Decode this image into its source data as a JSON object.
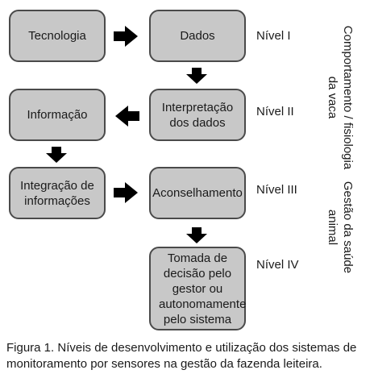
{
  "boxes": {
    "tecnologia": "Tecnologia",
    "dados": "Dados",
    "informacao": "Informação",
    "interpretacao": "Interpretação dos dados",
    "integracao": "Integração de informações",
    "aconselhamento": "Aconselhamento",
    "tomada": "Tomada de decisão pelo gestor ou autonomamente pelo sistema"
  },
  "levels": [
    "Nível I",
    "Nível II",
    "Nível III",
    "Nível IV"
  ],
  "side_labels": {
    "top": "Comportamento / fisiologia da vaca",
    "bottom": "Gestão da saúde animal"
  },
  "caption": "Figura 1. Níveis de desenvolvimento e utilização dos sistemas de monitoramento por sensores na gestão da fazenda leiteira.",
  "colors": {
    "box_fill": "#c8c8c8",
    "box_border": "#4a4a4a",
    "arrow": "#000000"
  }
}
